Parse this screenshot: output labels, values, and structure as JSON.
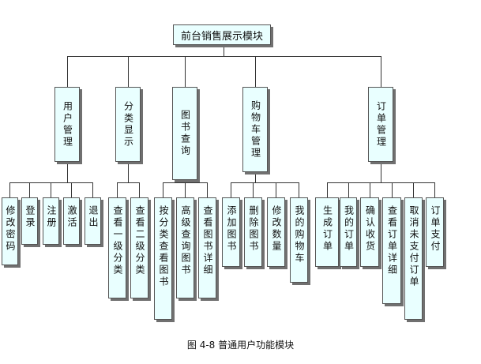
{
  "root": {
    "label": "前台销售展示模块"
  },
  "modules": [
    {
      "label": "用户管理",
      "children": [
        "修改密码",
        "登录",
        "注册",
        "激活",
        "退出"
      ]
    },
    {
      "label": "分类显示",
      "children": [
        "查看一级分类",
        "查看二级分类"
      ]
    },
    {
      "label": "图书查询",
      "children": [
        "按分类查看图书",
        "高级查询图书",
        "查看图书详细"
      ]
    },
    {
      "label": "购物车管理",
      "children": [
        "添加图书",
        "删除图书",
        "修改数量",
        "我的购物车"
      ]
    },
    {
      "label": "订单管理",
      "children": [
        "生成订单",
        "我的订单",
        "确认收货",
        "查看订单详细",
        "取消未支付订单",
        "订单支付"
      ]
    }
  ],
  "caption": "图 4-8 普通用户功能模块",
  "colors": {
    "box_fill": "#e9ffff",
    "box_border": "#555555",
    "shadow": "#707070",
    "line": "#333333"
  }
}
